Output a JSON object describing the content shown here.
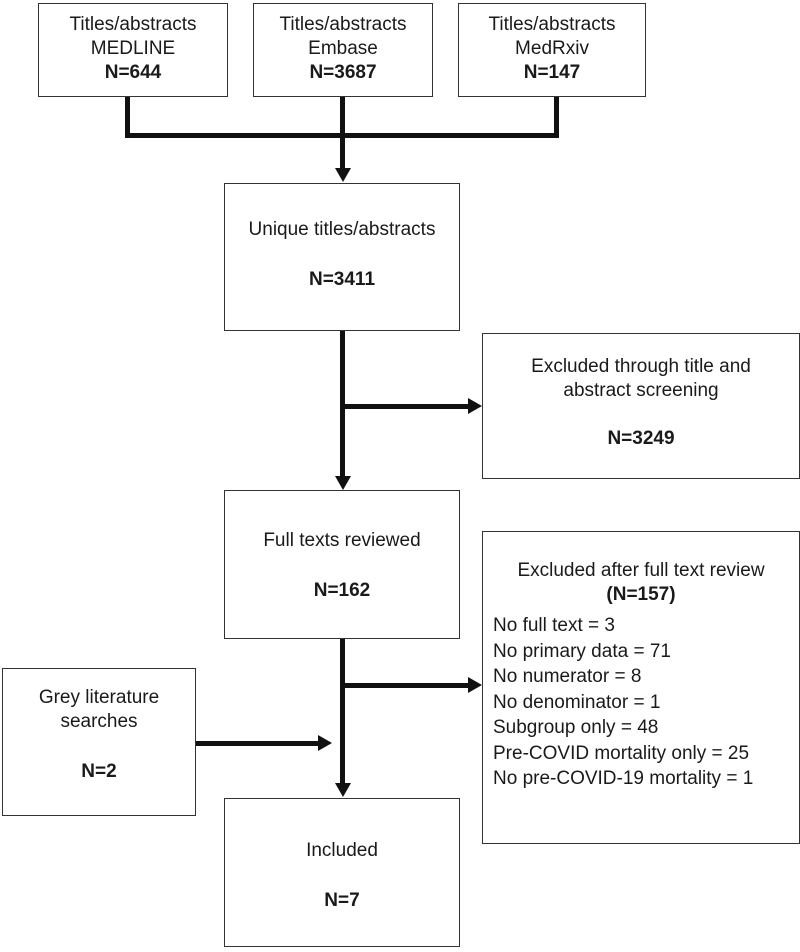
{
  "sources": [
    {
      "line1": "Titles/abstracts",
      "line2": "MEDLINE",
      "count": "N=644"
    },
    {
      "line1": "Titles/abstracts",
      "line2": "Embase",
      "count": "N=3687"
    },
    {
      "line1": "Titles/abstracts",
      "line2": "MedRxiv",
      "count": "N=147"
    }
  ],
  "unique": {
    "label": "Unique titles/abstracts",
    "count": "N=3411"
  },
  "excluded_screening": {
    "line1": "Excluded through title and",
    "line2": "abstract screening",
    "count": "N=3249"
  },
  "fulltext": {
    "label": "Full texts reviewed",
    "count": "N=162"
  },
  "excluded_fulltext": {
    "label": "Excluded after full text review",
    "count": "(N=157)",
    "reasons": [
      "No full text = 3",
      "No primary data = 71",
      "No numerator = 8",
      "No denominator = 1",
      "Subgroup only = 48",
      "Pre-COVID mortality only = 25",
      "No pre-COVID-19 mortality  = 1"
    ]
  },
  "grey": {
    "line1": "Grey literature",
    "line2": "searches",
    "count": "N=2"
  },
  "included": {
    "label": "Included",
    "count": "N=7"
  }
}
